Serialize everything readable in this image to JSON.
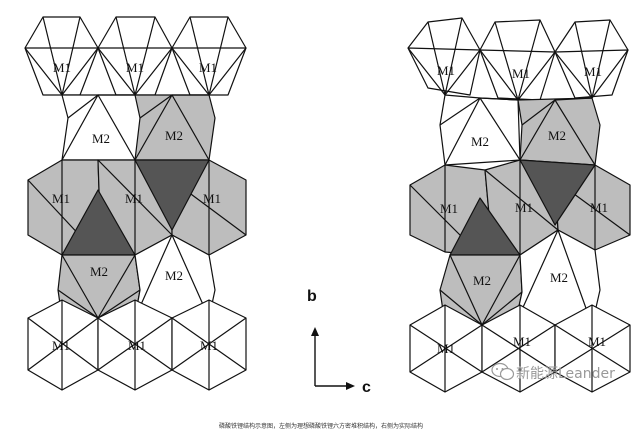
{
  "diagram": {
    "colors": {
      "stroke": "#111111",
      "light_fill": "#bdbdbd",
      "dark_fill": "#555555",
      "white": "#ffffff"
    },
    "left_structure": {
      "labels": [
        "M1",
        "M1",
        "M1",
        "M2",
        "M2",
        "M1",
        "M1",
        "M1",
        "M2",
        "M2",
        "M1",
        "M1",
        "M1"
      ]
    },
    "right_structure": {
      "labels": [
        "M1",
        "M1",
        "M1",
        "M2",
        "M2",
        "M1",
        "M1",
        "M1",
        "M2",
        "M2",
        "M1",
        "M1",
        "M1"
      ]
    },
    "axes": {
      "b_label": "b",
      "c_label": "c"
    },
    "watermark": {
      "icon": "wechat-icon",
      "text": "新能源Leander"
    },
    "caption": "磷酸铁锂结构示意图，左侧为理想磷酸铁锂六方密堆积结构，右侧为实际结构"
  }
}
